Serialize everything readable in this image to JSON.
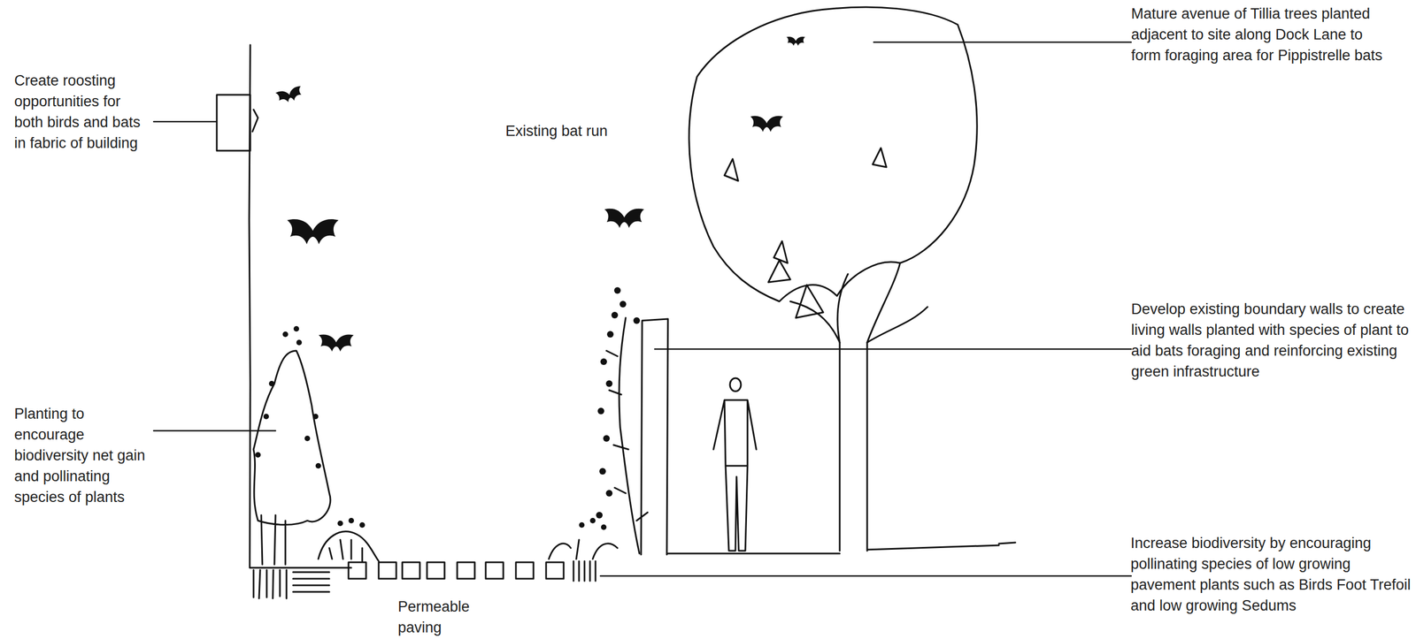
{
  "diagram": {
    "labels": [
      "Create roosting opportunities for both birds and bats in fabric of building",
      "Existing bat run",
      "Mature avenue of Tillia trees planted adjacent to site along Dock Lane to form foraging area for Pippistrelle bats",
      "Develop existing boundary walls to create living walls planted with species of plant to aid bats foraging and reinforcing existing green infrastructure",
      "Planting to encourage biodiversity net gain and pollinating species of plants",
      "Increase biodiversity by encouraging pollinating species of low growing pavement plants such as Birds Foot Trefoil and low growing Sedums",
      "Permeable paving"
    ]
  }
}
